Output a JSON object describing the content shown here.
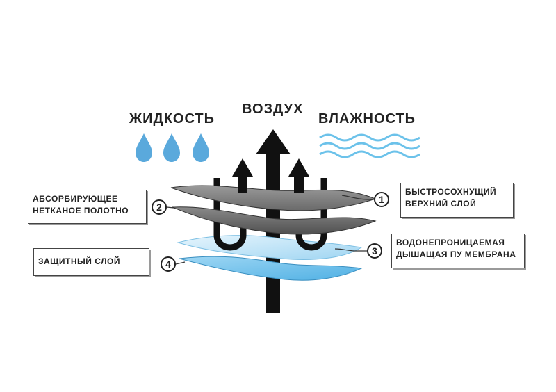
{
  "headings": {
    "liquid": "ЖИДКОСТЬ",
    "air": "ВОЗДУХ",
    "humidity": "ВЛАЖНОСТЬ"
  },
  "layers": [
    {
      "number": "1",
      "lines": [
        "БЫСТРОСОХНУЩИЙ",
        "ВЕРХНИЙ СЛОЙ"
      ]
    },
    {
      "number": "2",
      "lines": [
        "АБСОРБИРУЮЩЕЕ",
        "НЕТКАНОЕ ПОЛОТНО"
      ]
    },
    {
      "number": "3",
      "lines": [
        "ВОДОНЕПРОНИЦАЕМАЯ",
        "ДЫШАЩАЯ ПУ МЕМБРАНА"
      ]
    },
    {
      "number": "4",
      "lines": [
        "ЗАЩИТНЫЙ СЛОЙ"
      ]
    }
  ],
  "icons": {
    "droplet": "water-droplet-icon",
    "waves": "humidity-waves-icon",
    "arrow": "up-arrow-icon"
  },
  "colors": {
    "droplet": "#5aa9dc",
    "membrane_light": "#bfe3f7",
    "membrane_blue": "#6fbfe9",
    "fabric_top": "#8c8c8c",
    "fabric_dark": "#5e5e5e",
    "arrow": "#111111",
    "wave": "#6cc2ea"
  }
}
